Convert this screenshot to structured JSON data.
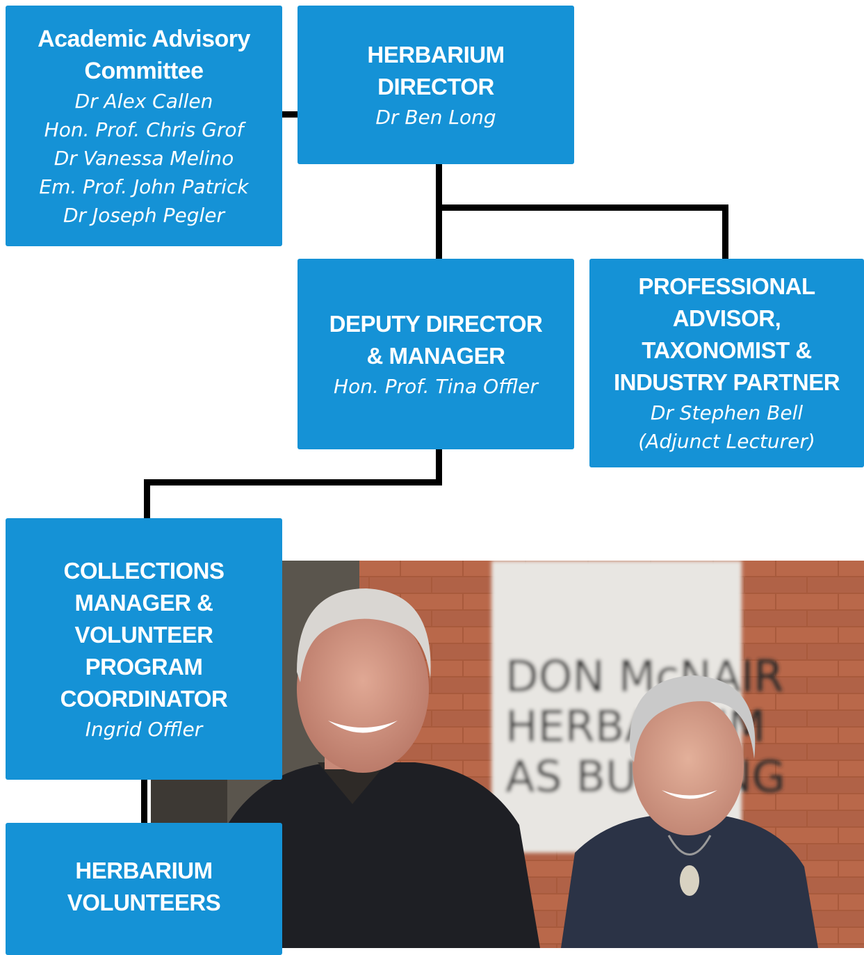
{
  "nodes": {
    "advisory": {
      "title": "Academic Advisory\nCommittee",
      "names": "Dr Alex Callen\nHon. Prof. Chris Grof\nDr Vanessa Melino\nEm. Prof. John Patrick\nDr Joseph Pegler"
    },
    "director": {
      "title": "HERBARIUM\nDIRECTOR",
      "names": "Dr Ben Long"
    },
    "deputy": {
      "title": "DEPUTY DIRECTOR\n& MANAGER",
      "names": "Hon. Prof. Tina Offler"
    },
    "professional": {
      "title": "PROFESSIONAL\nADVISOR,\nTAXONOMIST &\nINDUSTRY PARTNER",
      "names": "Dr Stephen Bell\n(Adjunct Lecturer)"
    },
    "collections": {
      "title": "COLLECTIONS\nMANAGER &\nVOLUNTEER\nPROGRAM\nCOORDINATOR",
      "names": "Ingrid Offler"
    },
    "volunteers": {
      "title": "HERBARIUM\nVOLUNTEERS"
    }
  },
  "photo": {
    "sign_lines": [
      "DON McNAIR",
      "HERBARIUM",
      "AS BUILDING"
    ]
  },
  "colors": {
    "box": "#1592d6",
    "connector": "#000000"
  }
}
